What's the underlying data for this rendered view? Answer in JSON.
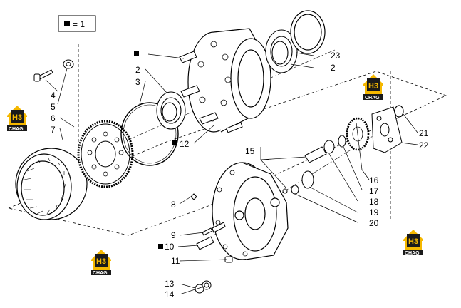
{
  "legend": {
    "equals": "= 1"
  },
  "callouts": {
    "c2a": "2",
    "c2b": "2",
    "c3": "3",
    "c4": "4",
    "c5": "5",
    "c6": "6",
    "c7": "7",
    "c8": "8",
    "c9": "9",
    "c10": "10",
    "c11": "11",
    "c12": "12",
    "c13": "13",
    "c14": "14",
    "c15": "15",
    "c16": "16",
    "c17": "17",
    "c18": "18",
    "c19": "19",
    "c20": "20",
    "c21": "21",
    "c22": "22",
    "c23": "23"
  },
  "watermark": {
    "letters": "H3",
    "brand": "CHAG"
  },
  "colors": {
    "line": "#000000",
    "watermark_yellow": "#f5b800",
    "watermark_dark": "#1a1a1a"
  }
}
